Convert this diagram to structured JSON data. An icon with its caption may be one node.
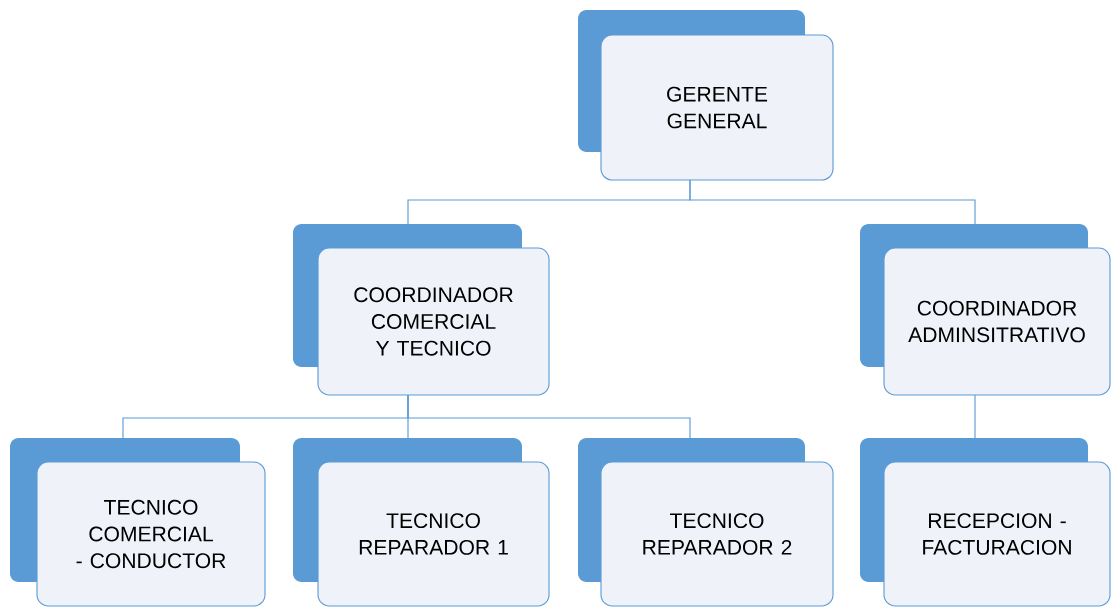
{
  "diagram": {
    "nodes": [
      {
        "text": [
          "GERENTE GENERAL"
        ]
      },
      {
        "text": [
          "COORDINADOR COMERCIAL Y TECNICO"
        ]
      },
      {
        "text": [
          "COORDINADOR ADMINSITRATIVO"
        ]
      },
      {
        "text": [
          "TECNICO COMERCIAL - CONDUCTOR"
        ]
      },
      {
        "text": [
          "TECNICO REPARADOR 1"
        ]
      },
      {
        "text": [
          "TECNICO REPARADOR 2"
        ]
      },
      {
        "text": [
          "RECEPCION - FACTURACION"
        ]
      }
    ],
    "edges": [
      {
        "from": 0,
        "to": 1,
        "arrow": "none"
      },
      {
        "from": 0,
        "to": 2,
        "arrow": "none"
      },
      {
        "from": 1,
        "to": 3,
        "arrow": "none"
      },
      {
        "from": 1,
        "to": 4,
        "arrow": "none"
      },
      {
        "from": 1,
        "to": 5,
        "arrow": "none"
      },
      {
        "from": 2,
        "to": 6,
        "arrow": "none"
      }
    ]
  }
}
